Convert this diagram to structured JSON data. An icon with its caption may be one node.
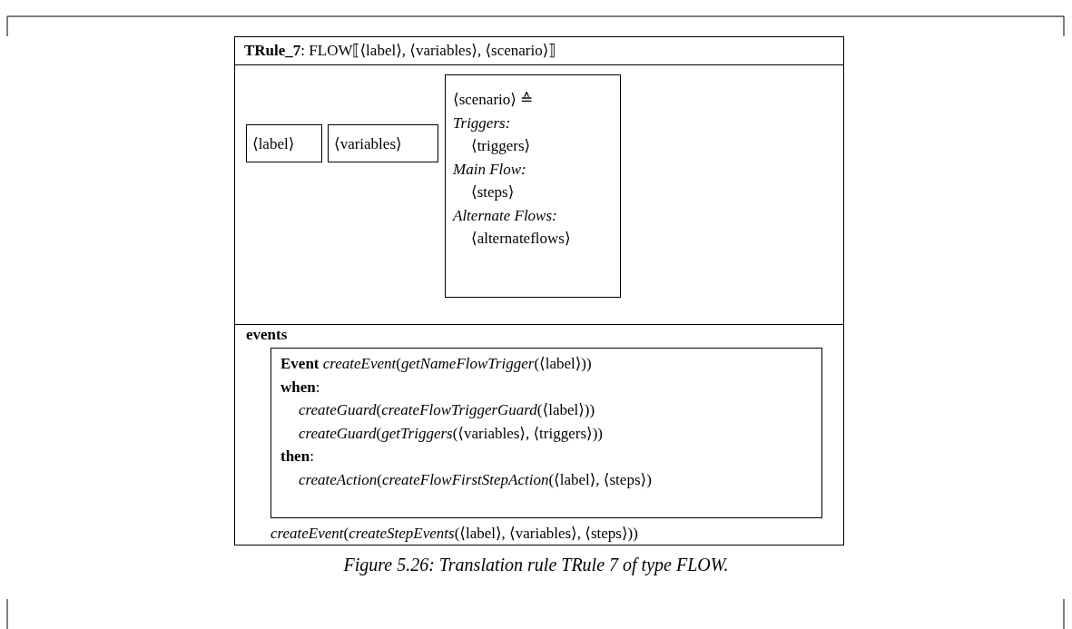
{
  "diagram": {
    "caption": "Figure 5.26: Translation rule TRule 7 of type FLOW.",
    "nodes": [
      {
        "text": [
          "**TRule_7**: FLOW⟦⟨label⟩, ⟨variables⟩, ⟨scenario⟩⟧"
        ]
      },
      {
        "text": [
          "⟨label⟩"
        ],
        "in": 0
      },
      {
        "text": [
          "⟨variables⟩"
        ],
        "in": 0
      },
      {
        "text": [
          "⟨scenario⟩ ≙",
          "Triggers:",
          "⟨triggers⟩",
          "Main Flow:",
          "⟨steps⟩",
          "Alternate Flows:",
          "⟨alternateflows⟩"
        ],
        "in": 0
      },
      {
        "text": [
          "**Event** *createEvent*(*getNameFlowTrigger*(⟨label⟩))",
          "**when**:",
          "*createGuard*(*createFlowTriggerGuard*(⟨label⟩))",
          "*createGuard*(*getTriggers*(⟨variables⟩, ⟨triggers⟩))",
          "**then**:",
          "*createAction*(*createFlowFirstStepAction*(⟨label⟩, ⟨steps⟩)"
        ],
        "in": 0
      }
    ],
    "labels": [
      "events",
      "*createEvent*(*createStepEvents*(⟨label⟩, ⟨variables⟩, ⟨steps⟩))"
    ]
  }
}
